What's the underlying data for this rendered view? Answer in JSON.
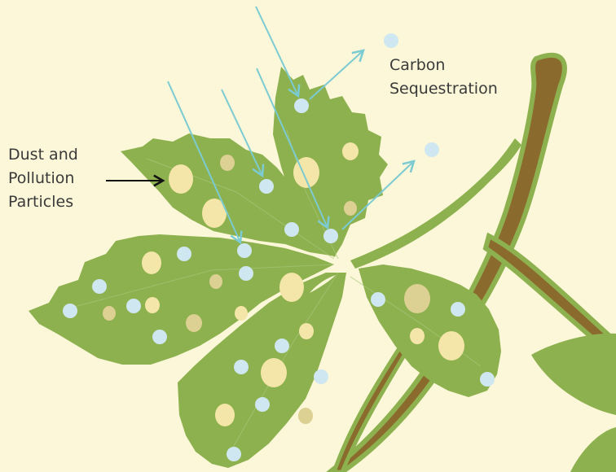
{
  "labels": {
    "carbon_sequestration": [
      "Carbon",
      "Sequestration"
    ],
    "dust_pollution": [
      "Dust and",
      "Pollution",
      "Particles"
    ]
  },
  "colors": {
    "background": "#fbf7d8",
    "leaf": "#8db14e",
    "leaf_edge": "#7fa644",
    "stem_bark": "#8b6a2d",
    "dust_particle": "#f4e6a8",
    "dust_particle_dark": "#ddd093",
    "carbon_particle": "#cfe7f0",
    "arrow": "#7ccbd2",
    "pointer_arrow": "#111111"
  },
  "icons": {
    "incoming_arrows": "sunlight-arrow-icon",
    "outgoing_arrows": "carbon-arrow-icon",
    "pointer": "arrow-right-icon"
  }
}
